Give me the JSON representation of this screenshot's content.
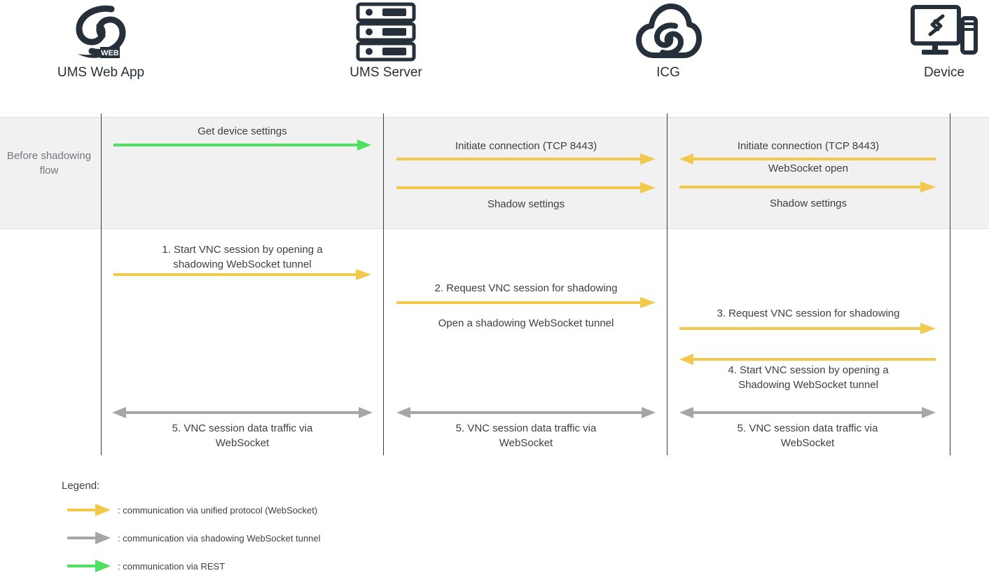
{
  "colors": {
    "yellow": "#f2c94c",
    "green": "#4fe061",
    "gray": "#a6a6a6",
    "lifeline": "#3a3a3a",
    "band_bg": "#f1f1f1",
    "icon": "#26303a",
    "text": "#3c4043",
    "band_label_text": "#72787d"
  },
  "actors": [
    {
      "label": "UMS Web App",
      "icon": "ums-web-app-logo-icon"
    },
    {
      "label": "UMS Server",
      "icon": "server-rack-icon"
    },
    {
      "label": "ICG",
      "icon": "cloud-gateway-icon"
    },
    {
      "label": "Device",
      "icon": "desktop-computer-icon"
    }
  ],
  "band": {
    "label": "Before\nshadowing\nflow"
  },
  "messages": {
    "get_device_settings": "Get device settings",
    "initiate_connection_server": "Initiate connection (TCP 8443)",
    "shadow_settings_server": "Shadow settings",
    "initiate_connection_icg": "Initiate connection (TCP 8443)",
    "websocket_open": "WebSocket open",
    "shadow_settings_icg": "Shadow settings",
    "step1": "1.   Start VNC session by opening a\nshadowing WebSocket tunnel",
    "step2": "2.   Request VNC session for shadowing",
    "open_tunnel": "Open a shadowing WebSocket tunnel",
    "step3": "3.   Request VNC session for shadowing",
    "step4": "4.   Start VNC session by opening a\nShadowing WebSocket tunnel",
    "step5_a": "5.   VNC session data traffic via\nWebSocket",
    "step5_b": "5.   VNC session data traffic via\nWebSocket",
    "step5_c": "5.   VNC session data traffic via\nWebSocket"
  },
  "legend": {
    "title": "Legend:",
    "items": [
      {
        "color_key": "yellow",
        "text": ": communication via unified protocol (WebSocket)",
        "icon": "yellow-arrow-icon"
      },
      {
        "color_key": "gray",
        "text": ": communication via shadowing WebSocket tunnel",
        "icon": "gray-arrow-icon"
      },
      {
        "color_key": "green",
        "text": ": communication via REST",
        "icon": "green-arrow-icon"
      }
    ]
  }
}
